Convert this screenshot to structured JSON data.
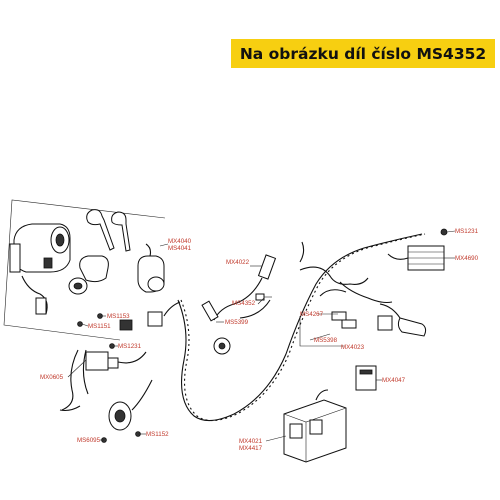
{
  "banner": {
    "text": "Na obrázku díl číslo MS4352"
  },
  "labels": {
    "ms1231_top": "MS1231",
    "mx4690": "MX4690",
    "mx4040": "MX4040",
    "ms4041": "MS4041",
    "mx4022": "MX4022",
    "ms4352": "MS4352",
    "ms5399": "MS5399",
    "ms4267": "MS4267",
    "ms5398": "MS5398",
    "mx4023": "MX4023",
    "ms1153": "MS1153",
    "ms1151": "MS1151",
    "ms1231_mid": "MS1231",
    "mx0605": "MX0605",
    "mx4047": "MX4047",
    "ms6095": "MS6095",
    "ms1152": "MS1152",
    "mx4021": "MX4021",
    "mx4417": "MX4417"
  },
  "colors": {
    "banner_bg": "#f7cf11",
    "label_red": "#c0392b"
  }
}
